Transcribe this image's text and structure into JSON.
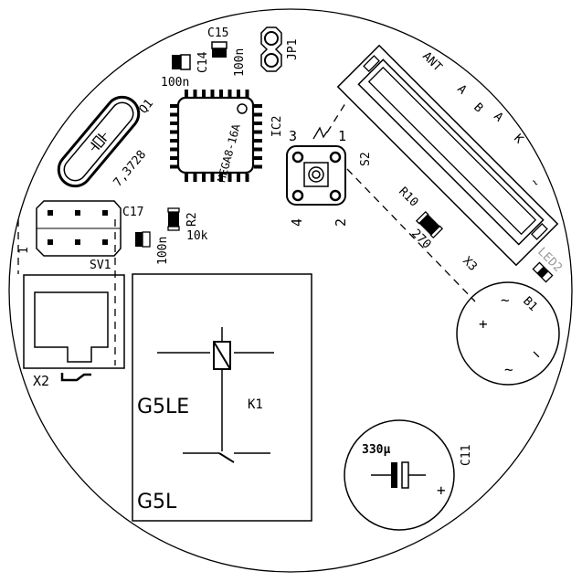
{
  "labels": {
    "c15": "C15",
    "c15_val": "100n",
    "c14": "C14",
    "c14_val": "100n",
    "jp1": "JP1",
    "q1": "Q1",
    "q1_val": "7,3728",
    "ic2": "IC2",
    "ic2_val": "MEGA8-16A",
    "s2": "S2",
    "s2_pin1": "1",
    "s2_pin2": "2",
    "s2_pin3": "3",
    "s2_pin4": "4",
    "ant": "ANT",
    "ant_pin_a1": "A",
    "ant_pin_b": "B",
    "ant_pin_a2": "A",
    "ant_pin_k": "K",
    "tilde": "~",
    "c17": "C17",
    "c17_val": "100n",
    "r2": "R2",
    "r2_val": "10k",
    "r10": "R10",
    "r10_val": "270",
    "x3": "X3",
    "led2": "LED2",
    "b1": "B1",
    "b1_plus": "+",
    "b1_minus": "−",
    "b1_ac1": "~",
    "b1_ac2": "~",
    "sv1": "SV1",
    "sv1_pin": "1",
    "x2": "X2",
    "relay_model_1": "G5LE",
    "relay_model_2": "G5L",
    "k1": "K1",
    "c11": "C11",
    "c11_val": "330µ",
    "c11_plus": "+"
  }
}
